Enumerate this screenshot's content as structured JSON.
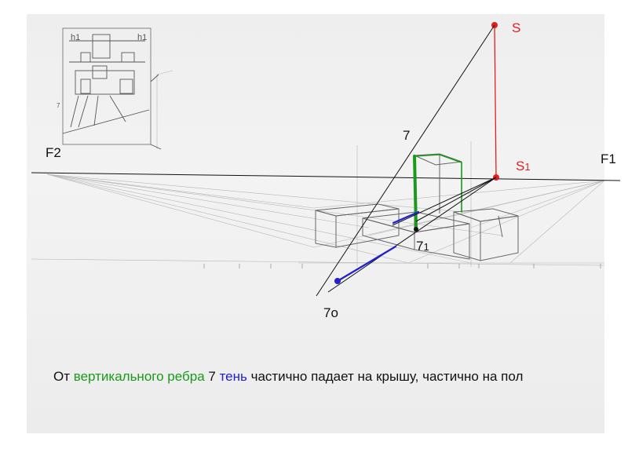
{
  "labels": {
    "s": "S",
    "s1_main": "S",
    "s1_sub": "1",
    "f1": "F1",
    "f2": "F2",
    "point7": "7",
    "point71_main": "7",
    "point71_sub": "1",
    "point7o": "7o"
  },
  "caption": {
    "part1": "От ",
    "part2": "вертикального ребра",
    "part3": " 7 ",
    "part4": "тень",
    "part5": " частично падает на крышу, частично на пол"
  },
  "colors": {
    "light_source": "#e02020",
    "vertical_edge": "#1a9a1a",
    "shadow": "#2020d0",
    "construction": "#111111",
    "pencil": "#9a9a9a"
  }
}
